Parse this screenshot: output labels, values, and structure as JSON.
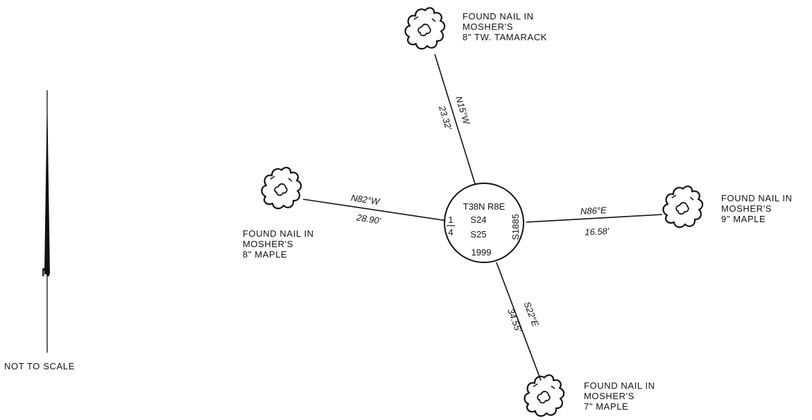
{
  "note": "NOT TO SCALE",
  "monument": {
    "line1": "T38N R8E",
    "frac_num": "1",
    "frac_den": "4",
    "s_upper": "S24",
    "s_lower": "S25",
    "side": "S1885",
    "year": "1999"
  },
  "ties": [
    {
      "id": "north",
      "bearing": "N15°W",
      "distance": "23.32'",
      "label": [
        "FOUND NAIL IN",
        "MOSHER'S",
        "8\" TW. TAMARACK"
      ]
    },
    {
      "id": "west",
      "bearing": "N82°W",
      "distance": "28.90'",
      "label": [
        "FOUND NAIL IN",
        "MOSHER'S",
        "8\" MAPLE"
      ]
    },
    {
      "id": "east",
      "bearing": "N86°E",
      "distance": "16.58'",
      "label": [
        "FOUND NAIL IN",
        "MOSHER'S",
        "9\" MAPLE"
      ]
    },
    {
      "id": "south",
      "bearing": "S22°E",
      "distance": "34.55'",
      "label": [
        "FOUND NAIL IN",
        "MOSHER'S",
        "7\" MAPLE"
      ]
    }
  ]
}
